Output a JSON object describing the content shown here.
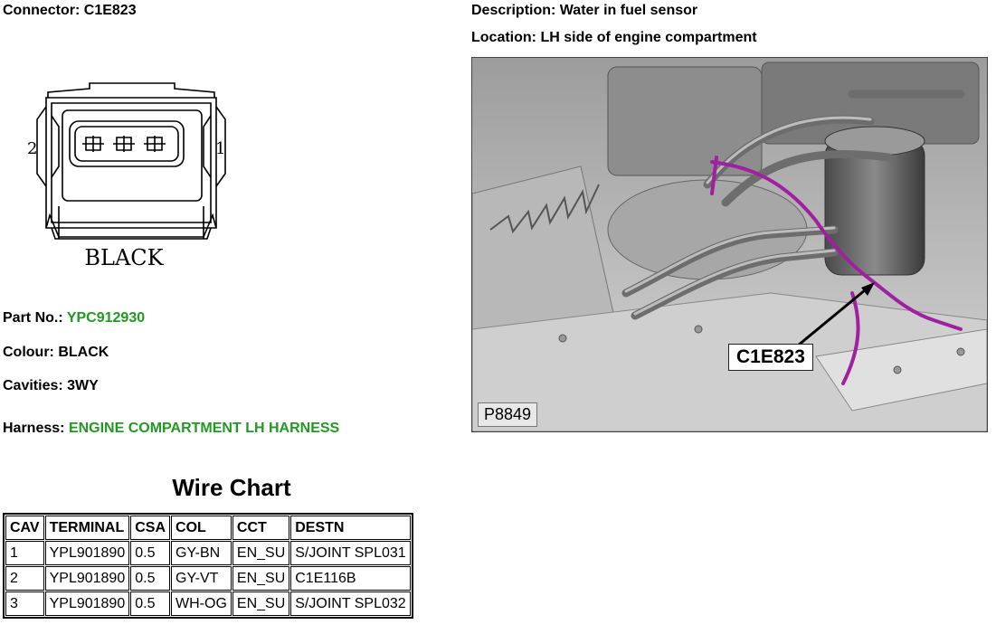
{
  "connector": {
    "label": "Connector:",
    "value": "C1E823"
  },
  "description": {
    "label": "Description:",
    "value": "Water in fuel sensor"
  },
  "location": {
    "label": "Location:",
    "value": "LH side of engine compartment"
  },
  "diagram": {
    "pin_left": "2",
    "pin_right": "1",
    "color_label": "BLACK"
  },
  "part_no": {
    "label": "Part No.:",
    "value": "YPC912930"
  },
  "colour": {
    "label": "Colour:",
    "value": "BLACK"
  },
  "cavities": {
    "label": "Cavities:",
    "value": "3WY"
  },
  "harness": {
    "label": "Harness:",
    "value": "ENGINE COMPARTMENT LH HARNESS"
  },
  "photo": {
    "code": "P8849",
    "callout": "C1E823",
    "wire_color": "#a020a0"
  },
  "wire_chart": {
    "title": "Wire Chart",
    "headers": [
      "CAV",
      "TERMINAL",
      "CSA",
      "COL",
      "CCT",
      "DESTN"
    ],
    "rows": [
      [
        "1",
        "YPL901890",
        "0.5",
        "GY-BN",
        "EN_SU",
        "S/JOINT SPL031"
      ],
      [
        "2",
        "YPL901890",
        "0.5",
        "GY-VT",
        "EN_SU",
        "C1E116B"
      ],
      [
        "3",
        "YPL901890",
        "0.5",
        "WH-OG",
        "EN_SU",
        "S/JOINT SPL032"
      ]
    ]
  },
  "colors": {
    "accent_green": "#229922"
  }
}
